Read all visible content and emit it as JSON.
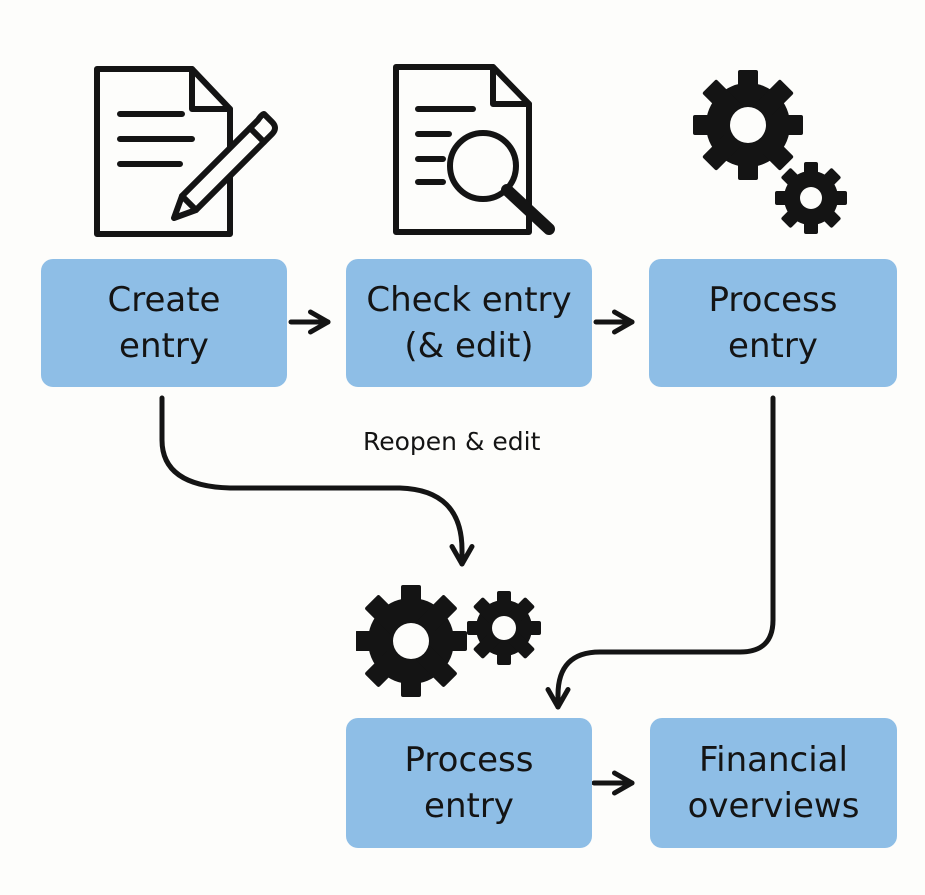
{
  "diagram": {
    "nodes": [
      {
        "id": "create",
        "label": "Create\nentry",
        "icon": "document-pencil-icon"
      },
      {
        "id": "check",
        "label": "Check entry\n(& edit)",
        "icon": "document-magnifier-icon"
      },
      {
        "id": "process_top",
        "label": "Process\nentry",
        "icon": "gears-icon"
      },
      {
        "id": "process_bottom",
        "label": "Process\nentry",
        "icon": "gears-icon"
      },
      {
        "id": "financial",
        "label": "Financial\noverviews"
      }
    ],
    "edges": [
      {
        "from": "create",
        "to": "check"
      },
      {
        "from": "check",
        "to": "process_top"
      },
      {
        "from": "create",
        "to": "process_bottom",
        "label": "Reopen & edit"
      },
      {
        "from": "process_top",
        "to": "process_bottom"
      },
      {
        "from": "process_bottom",
        "to": "financial"
      }
    ],
    "colors": {
      "box_fill": "#8ebee6",
      "ink": "#141414",
      "background": "#fdfdfb"
    }
  }
}
